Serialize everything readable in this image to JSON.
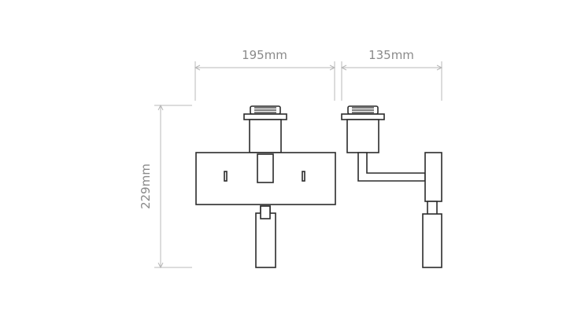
{
  "dimensions": {
    "width_front": "195mm",
    "depth_side": "135mm",
    "height": "229mm"
  },
  "colors": {
    "line": "#2b2b2b",
    "dimension": "#b8b8b8",
    "dimension_text": "#8a8a8a",
    "background": "#ffffff"
  }
}
